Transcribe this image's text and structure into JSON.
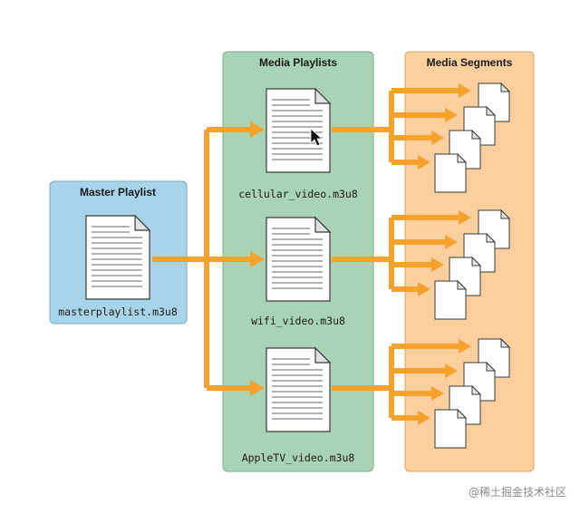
{
  "colors": {
    "master_panel": "#a8d4ea",
    "media_panel": "#a8d3b4",
    "segments_panel": "#fbcf9e",
    "arrow": "#f5a22c"
  },
  "master": {
    "title": "Master Playlist",
    "file": "masterplaylist.m3u8",
    "icon": "document-icon"
  },
  "media": {
    "title": "Media Playlists",
    "files": [
      "cellular_video.m3u8",
      "wifi_video.m3u8",
      "AppleTV_video.m3u8"
    ],
    "icon": "document-icon",
    "cursor_icon": "mouse-pointer-icon"
  },
  "segments": {
    "title": "Media Segments",
    "icon": "segment-file-icon"
  },
  "watermark": "@稀土掘金技术社区"
}
